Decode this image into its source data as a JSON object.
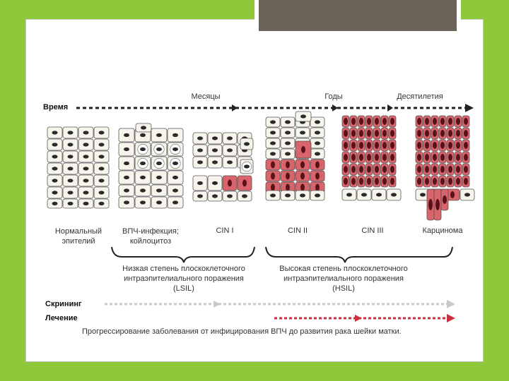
{
  "timeline": {
    "axis_label": "Время",
    "marks": [
      "Месяцы",
      "Годы",
      "Десятилетия"
    ]
  },
  "stages": [
    {
      "label": "Нормальный\nэпителий"
    },
    {
      "label": "ВПЧ-инфекция;\nкойлоцитоз"
    },
    {
      "label": "CIN I"
    },
    {
      "label": "CIN II"
    },
    {
      "label": "CIN III"
    },
    {
      "label": "Карцинома"
    }
  ],
  "groups": {
    "lsil": "Низкая степень плоскоклеточного\nинтраэпителиального поражения\n(LSIL)",
    "hsil": "Высокая степень плоскоклеточного\nинтраэпителиального поражения\n(HSIL)"
  },
  "rows": {
    "screening": "Скрининг",
    "treatment": "Лечение"
  },
  "caption": "Прогрессирование заболевания от инфицирования ВПЧ до развития рака шейки матки.",
  "colors": {
    "background": "#8fc93a",
    "title_bar": "#6b6357",
    "normal_cell": "#f7f4ec",
    "abnormal_cell": "#d9646c",
    "nucleus": "#2a2a2a",
    "screening_arrow": "#c9c9c9",
    "treatment_arrow": "#c8323e"
  }
}
